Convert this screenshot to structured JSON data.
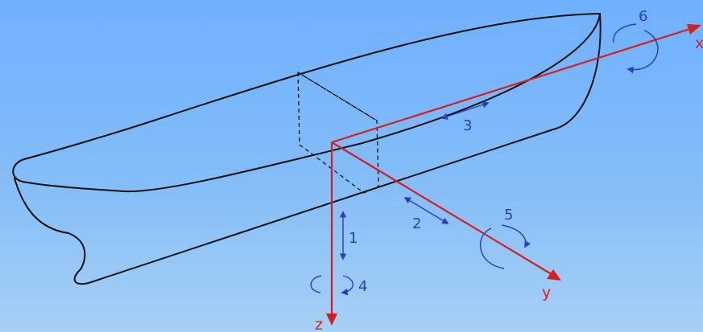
{
  "axes": {
    "x": "x",
    "y": "y",
    "z": "z"
  },
  "motions": [
    {
      "id": "1",
      "label": "1"
    },
    {
      "id": "2",
      "label": "2"
    },
    {
      "id": "3",
      "label": "3"
    },
    {
      "id": "4",
      "label": "4"
    },
    {
      "id": "5",
      "label": "5"
    },
    {
      "id": "6",
      "label": "6"
    }
  ],
  "colors": {
    "background_top": "#6fb0ff",
    "background_bottom": "#a7d0f5",
    "axis": "#d51f1f",
    "motion_arrows": "#2a3bc8",
    "hull": "#111111"
  }
}
